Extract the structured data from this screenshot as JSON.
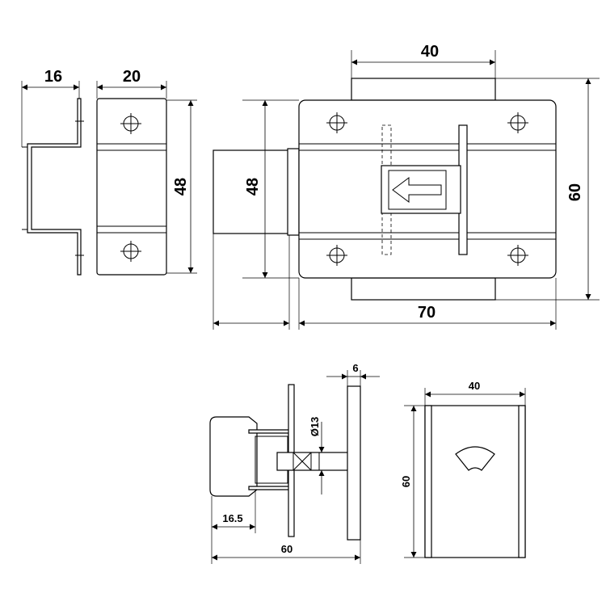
{
  "dimensions": {
    "side_depth": "16",
    "front_width": "20",
    "front_height": "48",
    "main_height_left": "48",
    "plate_width": "40",
    "main_height_right": "60",
    "overall_length": "70",
    "knob_offset": "16.5",
    "overall_depth": "60",
    "strike_thickness": "6",
    "knob_diameter": "Ø13",
    "indicator_width": "40",
    "indicator_height": "60"
  },
  "icons": {
    "arrow": "left-arrow-icon",
    "mounting_hole": "crosshair-hole-icon"
  }
}
